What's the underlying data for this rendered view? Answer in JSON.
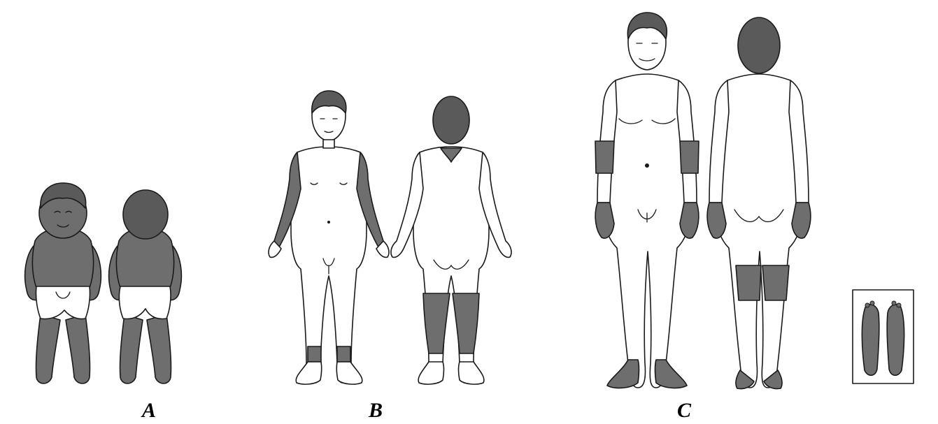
{
  "panels": [
    {
      "label": "A"
    },
    {
      "label": "B"
    },
    {
      "label": "C"
    }
  ],
  "colors": {
    "affected_skin": "#6e6e6e",
    "hair": "#5a5a5a",
    "outline": "#1a1a1a",
    "unaffected_skin": "#ffffff",
    "background": "#ffffff"
  }
}
